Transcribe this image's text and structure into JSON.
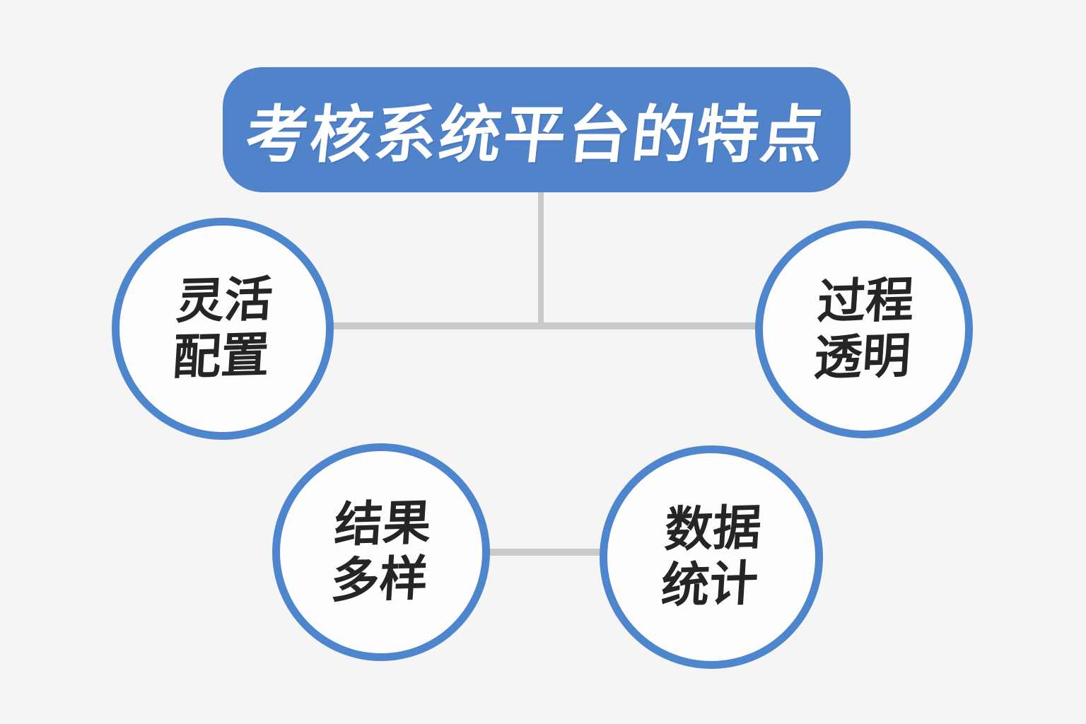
{
  "diagram": {
    "title": {
      "text": "考核系统平台的特点"
    },
    "nodes": [
      {
        "id": "flexible-config",
        "lines": [
          "灵活",
          "配置"
        ]
      },
      {
        "id": "transparent-process",
        "lines": [
          "过程",
          "透明"
        ]
      },
      {
        "id": "diverse-results",
        "lines": [
          "结果",
          "多样"
        ]
      },
      {
        "id": "data-statistics",
        "lines": [
          "数据",
          "统计"
        ]
      }
    ],
    "colors": {
      "background": "#f5f5f6",
      "banner_fill": "#5083c9",
      "banner_text": "#ffffff",
      "circle_border": "#4e86ce",
      "circle_fill": "#fdfdfe",
      "node_text": "#232527",
      "connector": "#c8cacb"
    }
  }
}
